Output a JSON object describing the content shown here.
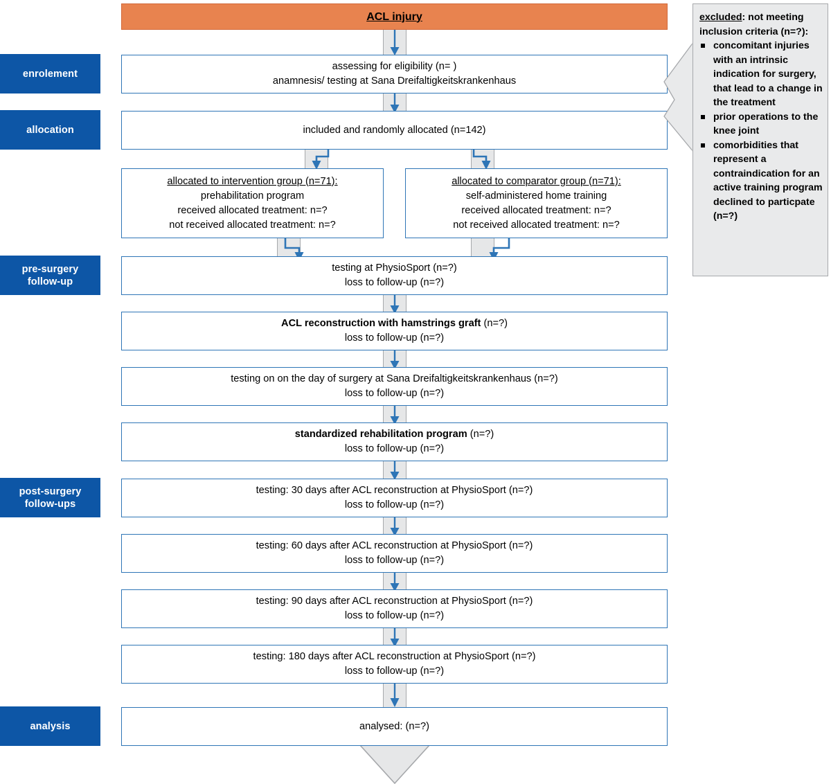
{
  "diagram": {
    "title": "ACL injury CONSORT participant flow diagram",
    "colors": {
      "header_fill": "#E8834F",
      "stage_chip": "#0D56A6",
      "node_border": "#2E75B6",
      "band_fill": "#E6E7E8",
      "band_edge": "#A6A8AB",
      "arrow": "#2E75B6",
      "callout_fill": "#E9EAEB",
      "text": "#000000"
    },
    "header": {
      "label": "ACL injury"
    },
    "stages": [
      {
        "id": "enrolement",
        "label": "enrolement"
      },
      {
        "id": "allocation",
        "label": "allocation"
      },
      {
        "id": "pre-surgery",
        "label": "pre-surgery\nfollow-up",
        "line1": "pre-surgery",
        "line2": "follow-up"
      },
      {
        "id": "post-surgery",
        "label": "post-surgery\nfollow-ups",
        "line1": "post-surgery",
        "line2": "follow-ups"
      },
      {
        "id": "analysis",
        "label": "analysis"
      }
    ],
    "nodes": {
      "eligibility": {
        "line1": "assessing for eligibility (n= )",
        "line2": "anamnesis/ testing at Sana Dreifaltigkeitskrankenhaus"
      },
      "allocated": {
        "line1": "included and randomly allocated (n=142)"
      },
      "intervention": {
        "line1": "allocated to intervention group (n=71):",
        "line2": "prehabilitation program",
        "line3": "received allocated treatment: n=?",
        "line4": "not received allocated treatment: n=?"
      },
      "comparator": {
        "line1": "allocated to comparator group (n=71):",
        "line2": "self-administered home training",
        "line3": "received allocated treatment: n=?",
        "line4": "not received allocated treatment: n=?"
      },
      "presurgery_test": {
        "line1": "testing at PhysioSport (n=?)",
        "line2": "loss to follow-up (n=?)"
      },
      "reconstruction": {
        "line1_bold": "ACL reconstruction with hamstrings graft",
        "line1_tail": " (n=?)",
        "line2": "loss to follow-up (n=?)"
      },
      "surgery_day_test": {
        "line1": "testing on on the day of surgery at Sana Dreifaltigkeitskrankenhaus (n=?)",
        "line2": "loss to follow-up (n=?)"
      },
      "rehab": {
        "line1_bold": "standardized rehabilitation program",
        "line1_tail": " (n=?)",
        "line2": "loss to follow-up (n=?)"
      },
      "test_30": {
        "line1": "testing: 30 days after ACL reconstruction at PhysioSport (n=?)",
        "line2": "loss to follow-up (n=?)"
      },
      "test_60": {
        "line1": "testing: 60 days after ACL reconstruction at PhysioSport (n=?)",
        "line2": "loss to follow-up (n=?)"
      },
      "test_90": {
        "line1": "testing: 90 days after ACL reconstruction at PhysioSport (n=?)",
        "line2": "loss to follow-up (n=?)"
      },
      "test_180": {
        "line1": "testing: 180 days after ACL reconstruction at PhysioSport (n=?)",
        "line2": "loss to follow-up (n=?)"
      },
      "analysed": {
        "line1": "analysed:  (n=?)"
      }
    },
    "callout": {
      "title_underlined": "excluded",
      "title_rest": ": not meeting inclusion criteria (n=?):",
      "items": [
        "concomitant injuries with an intrinsic indication for surgery, that lead to a change in the treatment",
        "prior operations to the knee joint",
        "comorbidities that represent a contraindication for an active training program declined to particpate (n=?)"
      ]
    }
  }
}
